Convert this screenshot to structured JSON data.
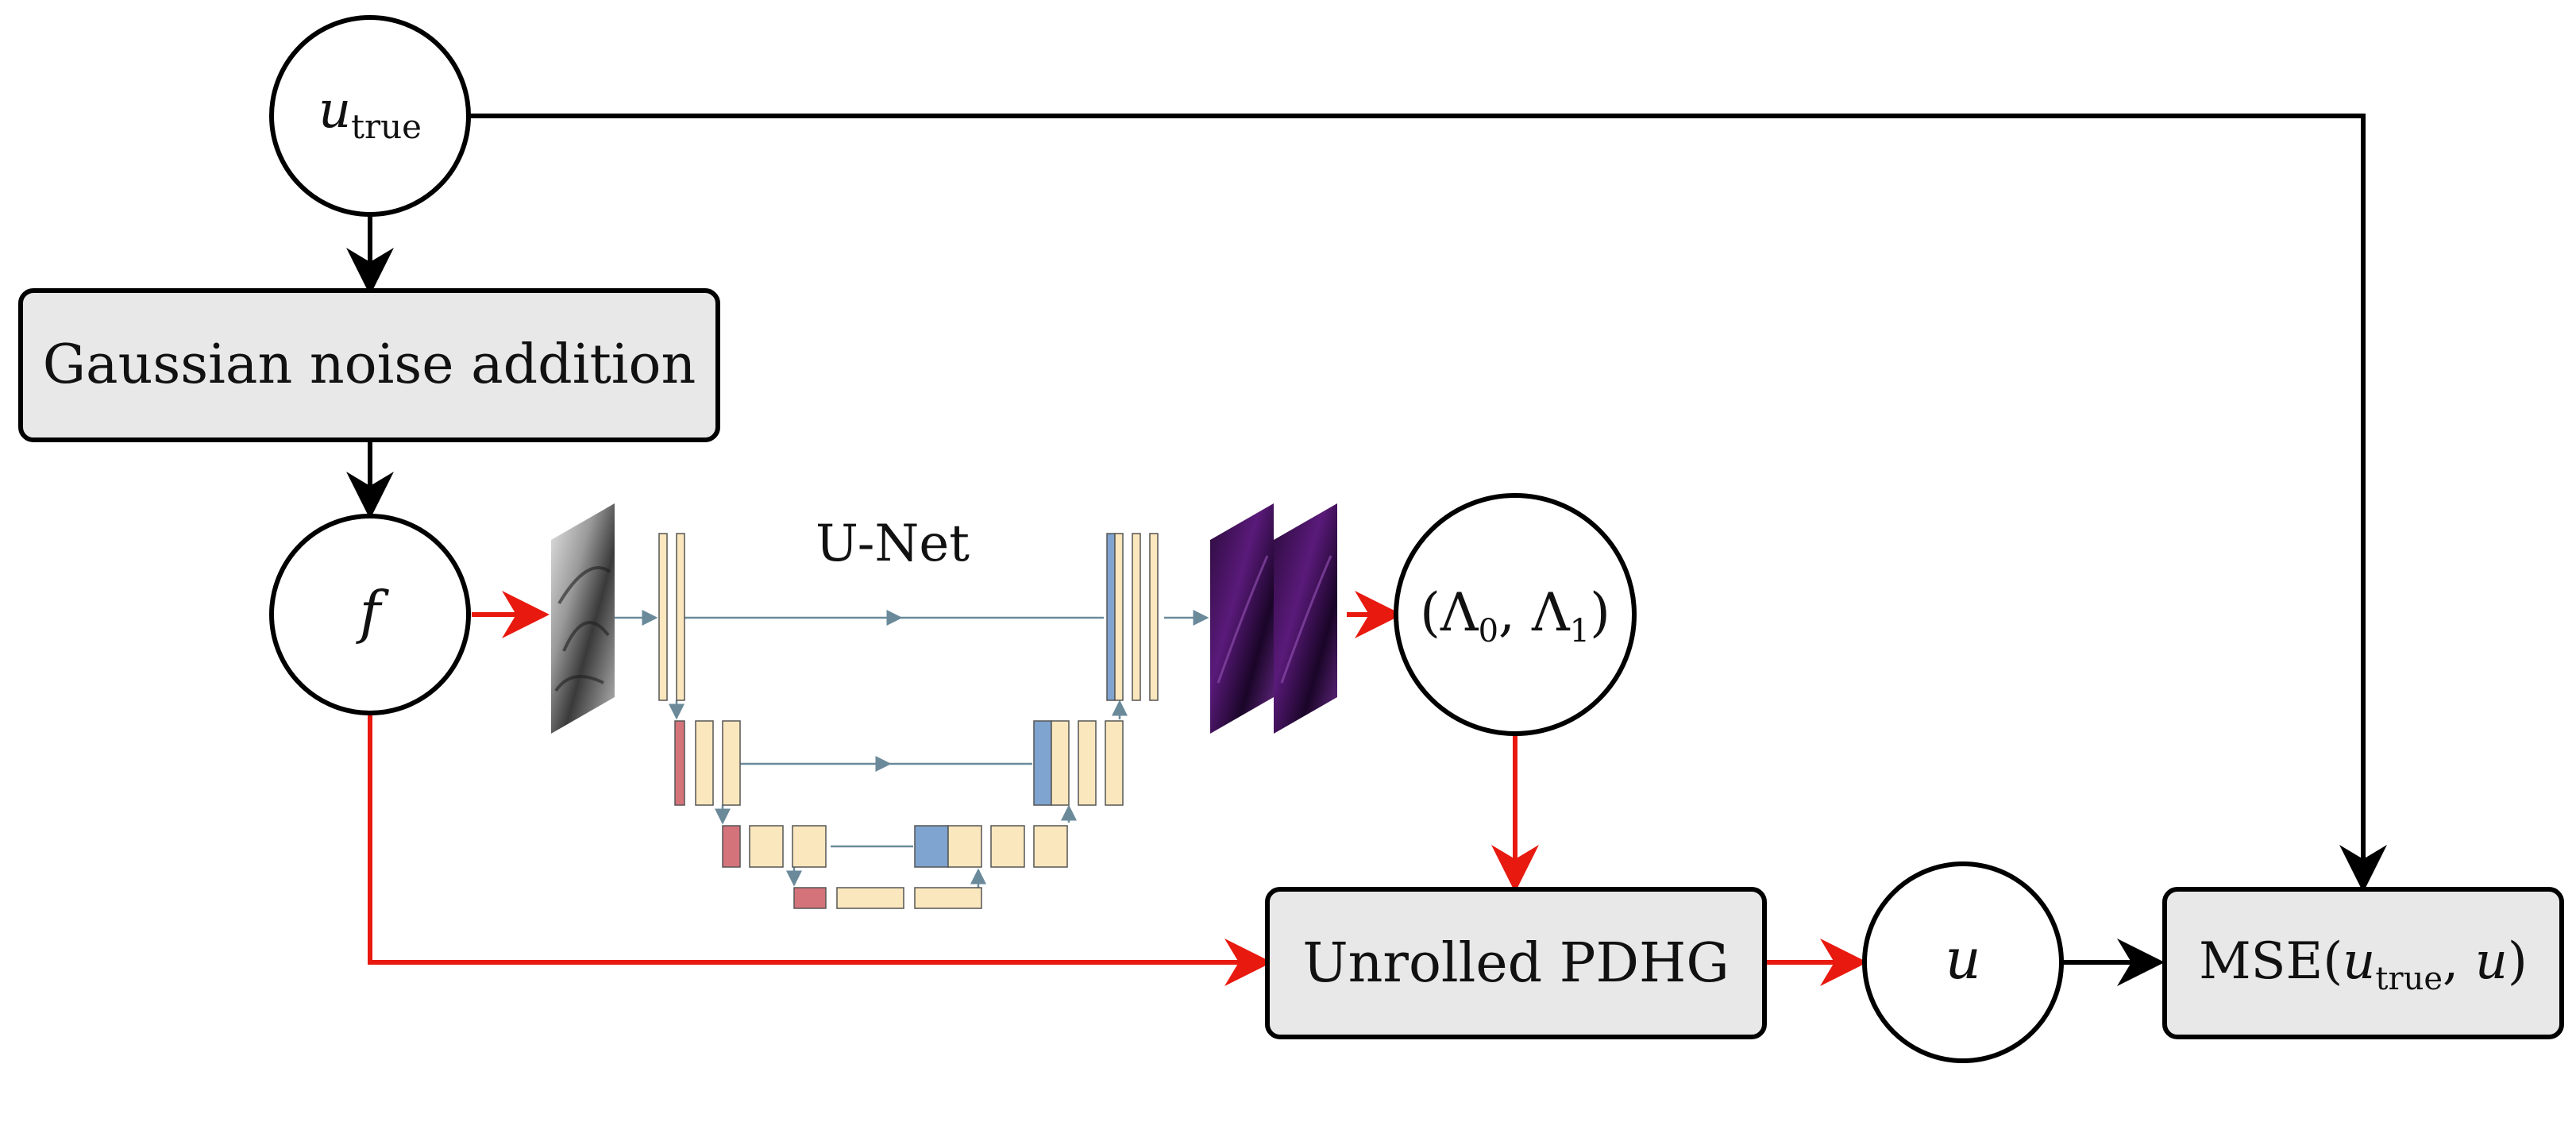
{
  "nodes": {
    "u_true": {
      "symbol": "u",
      "subscript": "true"
    },
    "noise": {
      "label": "Gaussian noise addition"
    },
    "f": {
      "symbol": "f"
    },
    "unet": {
      "label": "U-Net"
    },
    "lambda": {
      "open": "(Λ",
      "sub0": "0",
      "mid": ", Λ",
      "sub1": "1",
      "close": ")"
    },
    "pdhg": {
      "label": "Unrolled PDHG"
    },
    "u": {
      "symbol": "u"
    },
    "mse": {
      "prefix": "MSE(",
      "u1": "u",
      "sub": "true",
      "sep": ", ",
      "u2": "u",
      "close": ")"
    }
  },
  "colors": {
    "box_fill": "#e8e8e8",
    "stroke": "#000000",
    "red_arrow": "#e8190f",
    "unet_yellow": "#fbe7bd",
    "unet_red": "#d4737a",
    "unet_blue": "#7fa4cf",
    "unet_line": "#6a8a9a"
  }
}
